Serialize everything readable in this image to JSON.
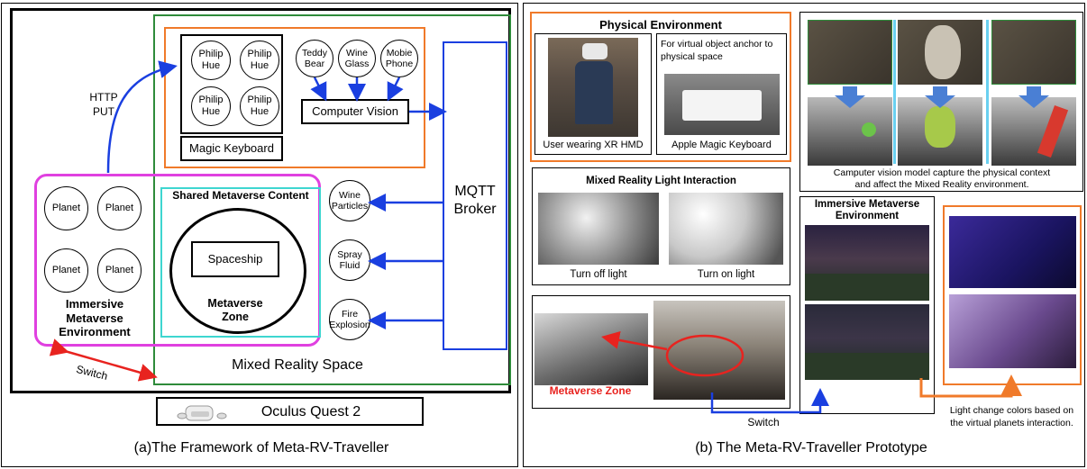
{
  "panel_a": {
    "caption": "(a)The Framework of Meta-RV-Traveller",
    "http_label": "HTTP\nPUT",
    "philip_hue": [
      "Philip\nHue",
      "Philip\nHue",
      "Philip\nHue",
      "Philip\nHue"
    ],
    "magic_keyboard": "Magic Keyboard",
    "objects": [
      "Teddy\nBear",
      "Wine\nGlass",
      "Mobie\nPhone"
    ],
    "computer_vision": "Computer Vision",
    "mqtt_broker": "MQTT\nBroker",
    "planets": [
      "Planet",
      "Planet",
      "Planet",
      "Planet"
    ],
    "immersive_env": "Immersive\nMetaverse\nEnvironment",
    "shared_content": "Shared Metaverse Content",
    "spaceship": "Spaceship",
    "metaverse_zone": "Metaverse\nZone",
    "effects": [
      "Wine\nParticles",
      "Spray\nFluid",
      "Fire\nExplosion"
    ],
    "mixed_reality_space": "Mixed Reality Space",
    "switch_label": "Switch",
    "device": "Oculus Quest 2"
  },
  "panel_b": {
    "caption": "(b) The Meta-RV-Traveller Prototype",
    "physical_env_title": "Physical Environment",
    "anchor_note": "For virtual object anchor to\nphysical space",
    "user_caption": "User wearing XR HMD",
    "keyboard_caption": "Apple Magic Keyboard",
    "cv_caption": "Camputer vision model capture the physical context\nand affect the Mixed Reality environment.",
    "light_title": "Mixed Reality Light Interaction",
    "light_off": "Turn off light",
    "light_on": "Turn on light",
    "metaverse_zone_tag": "Metaverse Zone",
    "immersive_title": "Immersive Metaverse\nEnvironment",
    "switch_label": "Switch",
    "light_change_note": "Light change colors based on\nthe virtual planets interaction."
  },
  "colors": {
    "green": "#2e8b3a",
    "orange": "#f07a2a",
    "magenta": "#e040e0",
    "cyan": "#3ed6d0",
    "blue": "#1a3fe0",
    "red": "#e8231f"
  }
}
